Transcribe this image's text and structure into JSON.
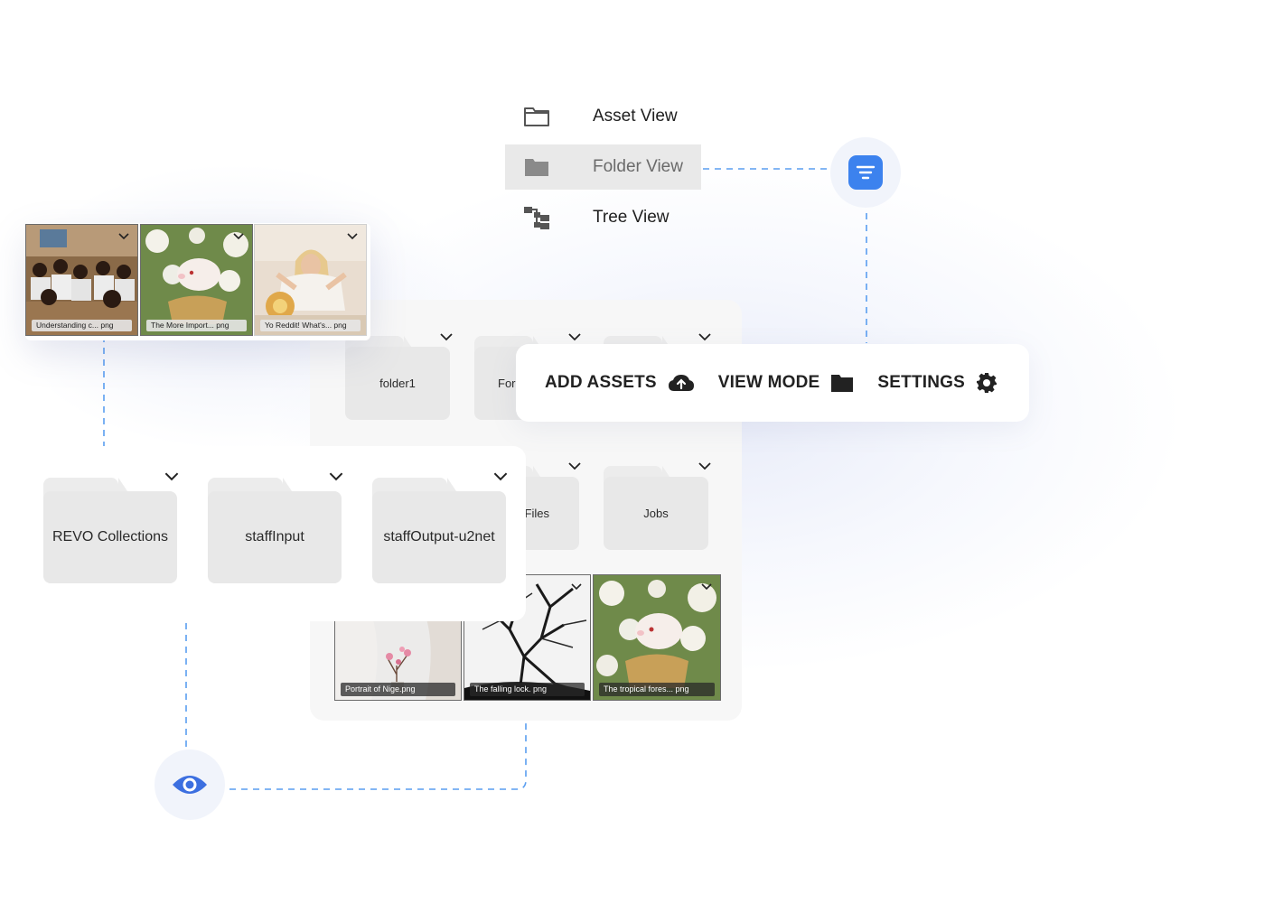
{
  "view_menu": {
    "items": [
      {
        "label": "Asset View",
        "icon": "folder-outline-icon"
      },
      {
        "label": "Folder View",
        "icon": "folder-filled-icon",
        "active": true
      },
      {
        "label": "Tree View",
        "icon": "tree-icon"
      }
    ]
  },
  "toolbar": {
    "add_assets_label": "ADD ASSETS",
    "view_mode_label": "VIEW MODE",
    "settings_label": "SETTINGS"
  },
  "back_folders": [
    {
      "label": "folder1"
    },
    {
      "label": "For"
    },
    {
      "label": "Files"
    },
    {
      "label": "Jobs"
    }
  ],
  "front_folders": [
    {
      "label": "REVO Collections"
    },
    {
      "label": "staffInput"
    },
    {
      "label": "staffOutput-u2net"
    }
  ],
  "top_thumbs": [
    {
      "caption": "Understanding c...  png"
    },
    {
      "caption": "The More Import...  png"
    },
    {
      "caption": "Yo Reddit! What's...  png"
    }
  ],
  "bottom_thumbs": [
    {
      "caption": "Portrait of Nige.png"
    },
    {
      "caption": "The falling lock. png"
    },
    {
      "caption": "The tropical fores... png"
    }
  ],
  "colors": {
    "accent": "#3c82ee",
    "connector": "#5a9ef0",
    "folder": "#e8e8e8",
    "active_row": "#e9e9e9"
  }
}
